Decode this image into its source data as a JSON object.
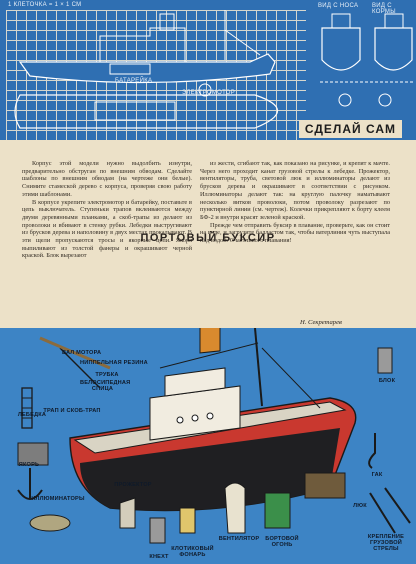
{
  "blueprint": {
    "scale_note": "1 КЛЕТОЧКА = 1 × 1 СМ",
    "view_front": "ВИД С НОСА",
    "view_stern": "ВИД С КОРМЫ",
    "battery_label": "БАТАРЕЙКА",
    "motor_label": "ЭЛЕКТРОМОТОР",
    "heading": "СДЕЛАЙ САМ"
  },
  "article": {
    "title": "ПОРТОВЫЙ БУКСИР",
    "left_paragraphs": [
      "Корпус этой модели нужно выдолбить изнутри, предварительно обструган по внешним обводам. Сделайте шаблоны по внешним обводам (на чертеже они белые). Снимите стамеской дерево с корпуса, проверяя свою работу этими шаблонами.",
      "В корпусе укрепите электромотор и батарейку, поставьте в цепь выключатель. Ступеньки трапов вклеиваются между двумя деревянными планками, а скоб-трапы из делают из проволоки и вбивают в стенку рубки. Лебедки выстругивают из брусков дерева и наполовину в двух местах прокалывают. В эти щели пропускаются тросы и якорные цепи. Якоря выпиливают из толстой фанеры и окрашивают черной краской. Блок вырезают"
    ],
    "right_paragraphs": [
      "из жести, сгибают так, как показано на рисунке, и крепят к мачте. Через него проходит канат грузовой стрелы к лебедке. Прожектор, вентиляторы, труба, световой люк и иллюминаторы делают из брусков дерева и окрашивают в соответствии с рисунком. Иллюминаторы делают так: на круглую палочку наматывают несколько витков проволоки, потом проволоку разрезают по пунктирной линии (см. чертеж). Колечки прикрепляют к борту клеем БФ-2 и внутри красят зеленой краской.",
      "Прежде чем отправить буксир в плавание, проверьте, как он стоит на воде, и загрузите балластом так, чтобы ватерлиния чуть выступала над водой. Счастливого плавания!"
    ],
    "author": "Н. Секретарев"
  },
  "labels": {
    "shaft": "ВАЛ МОТОРА",
    "rubber": "НИППЕЛЬНАЯ РЕЗИНА",
    "tube": "ТРУБКА",
    "spoke": "ВЕЛОСИПЕДНАЯ СПИЦА",
    "ladder": "ТРАП И СКОБ-ТРАП",
    "winch": "ЛЕБЕДКА",
    "anchor": "ЯКОРЬ",
    "portholes": "ИЛЛЮМИНАТОРЫ",
    "searchlight": "ПРОЖЕКТОР",
    "bollard": "КНЕХТ",
    "lantern": "КЛОТИКОВЫЙ ФОНАРЬ",
    "ventilator": "ВЕНТИЛЯТОР",
    "side_light": "БОРТОВОЙ ОГОНЬ",
    "hatch": "ЛЮК",
    "cargo_boom": "КРЕПЛЕНИЕ ГРУЗОВОЙ СТРЕЛЫ",
    "hook": "ГАК",
    "block": "БЛОК"
  }
}
